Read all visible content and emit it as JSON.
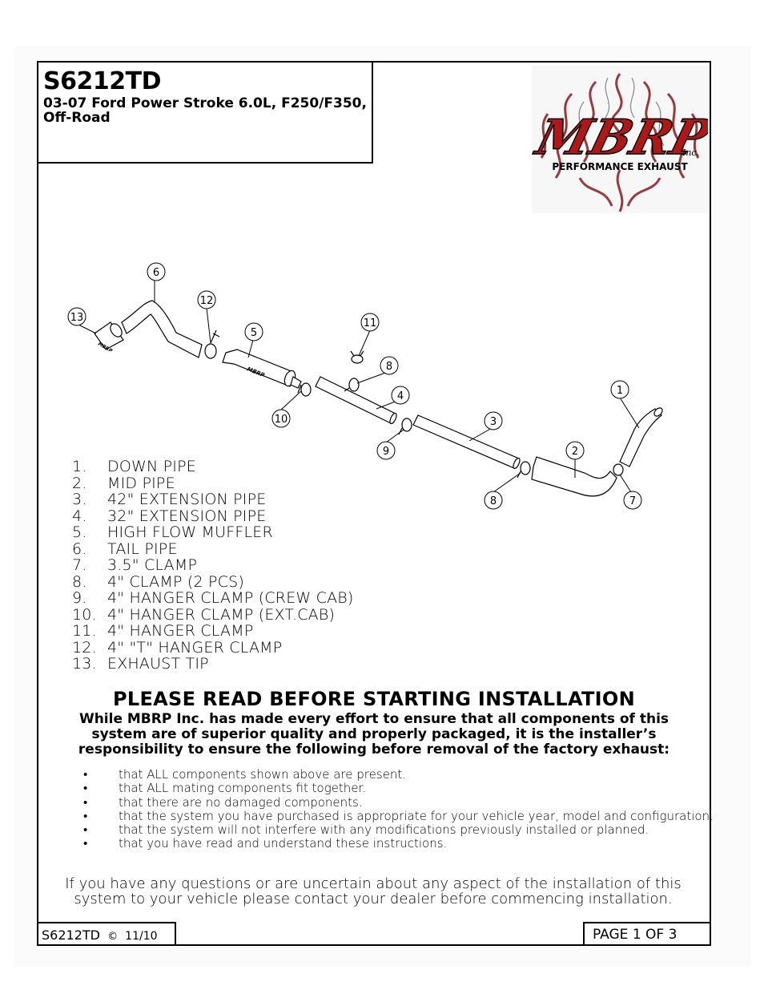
{
  "header": {
    "part_number": "S6212TD",
    "subtitle": "03-07 Ford Power Stroke 6.0L, F250/F350,\nOff-Road"
  },
  "logo": {
    "brand_text": "MBRP",
    "inc_text": "Inc.",
    "tagline": "PERFORMANCE EXHAUST",
    "flame_color": "#8a1a1a"
  },
  "diagram": {
    "callouts": [
      "1",
      "2",
      "3",
      "4",
      "5",
      "6",
      "7",
      "8",
      "8",
      "9",
      "10",
      "11",
      "12",
      "13"
    ],
    "muffler_brand": "MBRP",
    "tip_brand": "MBRP"
  },
  "parts": [
    {
      "num": "1.",
      "name": "DOWN PIPE"
    },
    {
      "num": "2.",
      "name": "MID PIPE"
    },
    {
      "num": "3.",
      "name": "42\" EXTENSION PIPE"
    },
    {
      "num": "4.",
      "name": "32\" EXTENSION PIPE"
    },
    {
      "num": "5.",
      "name": "HIGH FLOW MUFFLER"
    },
    {
      "num": "6.",
      "name": "TAIL PIPE"
    },
    {
      "num": "7.",
      "name": "3.5\" CLAMP"
    },
    {
      "num": "8.",
      "name": "4\" CLAMP (2 PCS)"
    },
    {
      "num": "9.",
      "name": "4\" HANGER CLAMP (CREW CAB)"
    },
    {
      "num": "10.",
      "name": "4\" HANGER CLAMP (EXT.CAB)"
    },
    {
      "num": "11.",
      "name": "4\" HANGER CLAMP"
    },
    {
      "num": "12.",
      "name": "4\" \"T\" HANGER CLAMP"
    },
    {
      "num": "13.",
      "name": "EXHAUST TIP"
    }
  ],
  "notice": {
    "heading": "PLEASE READ BEFORE STARTING INSTALLATION",
    "body": "While MBRP Inc. has made every effort to ensure that all components of this system are of superior quality and properly packaged, it is the installer’s responsibility to ensure the following before removal of the factory exhaust:",
    "bullet_symbol": "•",
    "bullets": [
      "that ALL components shown above are present.",
      "that ALL mating components fit together.",
      "that there are no damaged components.",
      "that the system you have purchased is appropriate for your vehicle year, model and configuration.",
      "that the system will not interfere with any modifications previously installed or planned.",
      "that you have read and understand these instructions."
    ],
    "closing": "If you have any questions or are uncertain about any aspect of the installation of this system to your vehicle please contact your dealer before commencing installation."
  },
  "footer": {
    "doc_id": "S6212TD",
    "copyright_symbol": "©",
    "date": "11/10",
    "page": "PAGE 1 OF 3"
  }
}
